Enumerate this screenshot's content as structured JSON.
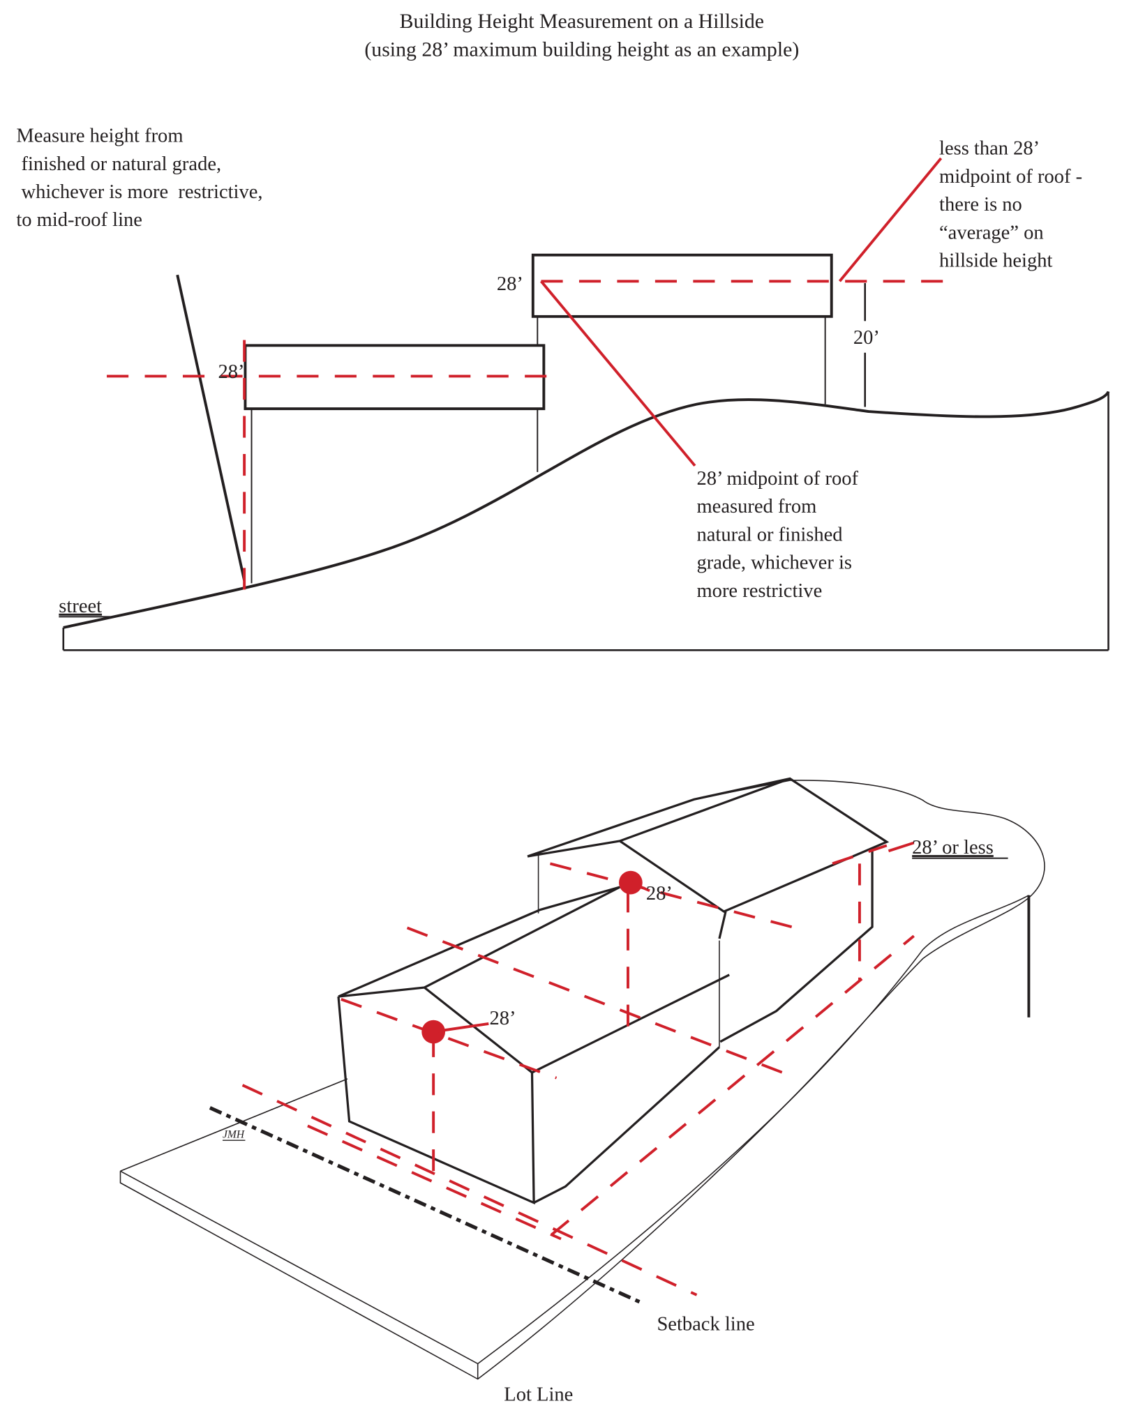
{
  "title": {
    "line1": "Building Height Measurement on a Hillside",
    "line2": "(using 28’ maximum building height as an example)"
  },
  "top_diagram": {
    "note_left": [
      "Measure height from",
      " finished or natural grade,",
      " whichever is more  restrictive,",
      "to mid-roof line"
    ],
    "note_right": [
      "less than 28’",
      "midpoint of roof -",
      "there is no",
      "“average” on",
      "hillside height"
    ],
    "note_middle": [
      "28’ midpoint of roof",
      "measured from",
      "natural or finished",
      "grade, whichever is",
      "more restrictive"
    ],
    "label_28_upper": "28’",
    "label_28_lower": "28’",
    "label_20": "20’",
    "label_street": "street"
  },
  "bottom_diagram": {
    "label_28_or_less": "28’ or less",
    "label_28_upper": "28’",
    "label_28_lower": "28’",
    "label_setback": "Setback line",
    "label_lot_line": "Lot Line",
    "signature": "JMH"
  },
  "colors": {
    "line": "#231f20",
    "measure": "#d0202a"
  }
}
